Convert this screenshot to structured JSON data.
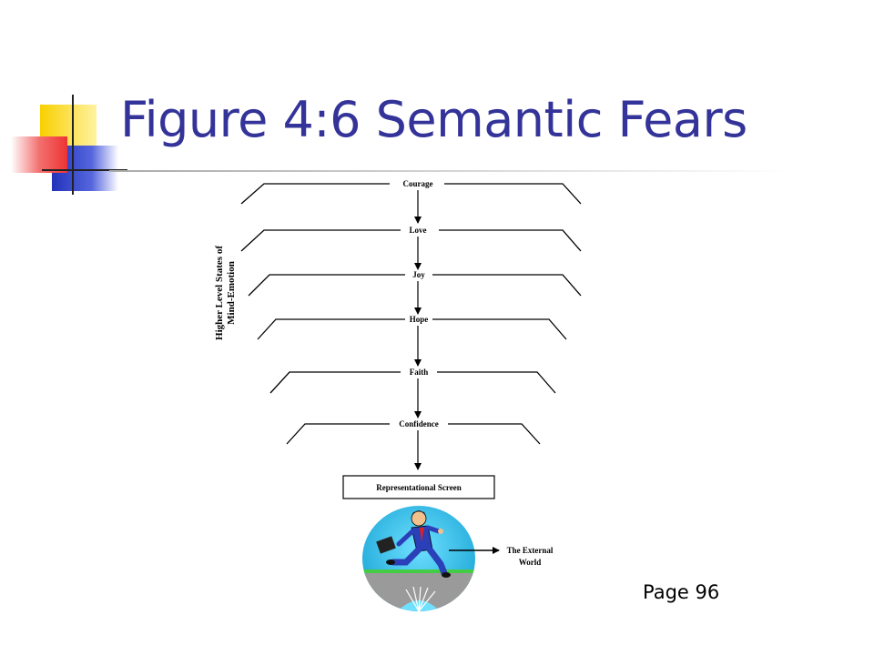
{
  "slide": {
    "title": "Figure 4:6 Semantic Fears",
    "page_label": "Page 96"
  },
  "diagram": {
    "side_label_line1": "Higher Level States of",
    "side_label_line2": "Mind-Emotion",
    "levels": [
      "Courage",
      "Love",
      "Joy",
      "Hope",
      "Faith",
      "Confidence"
    ],
    "screen_label": "Representational Screen",
    "external_line1": "The External",
    "external_line2": "World"
  },
  "colors": {
    "title": "#333399",
    "deco_yellow": "#f8d000",
    "deco_blue": "#2233bb",
    "deco_red": "#ee3333",
    "clipart_sky": "#33c4e8",
    "clipart_suit": "#2a3fb8",
    "clipart_ground": "#9a9a9a"
  }
}
